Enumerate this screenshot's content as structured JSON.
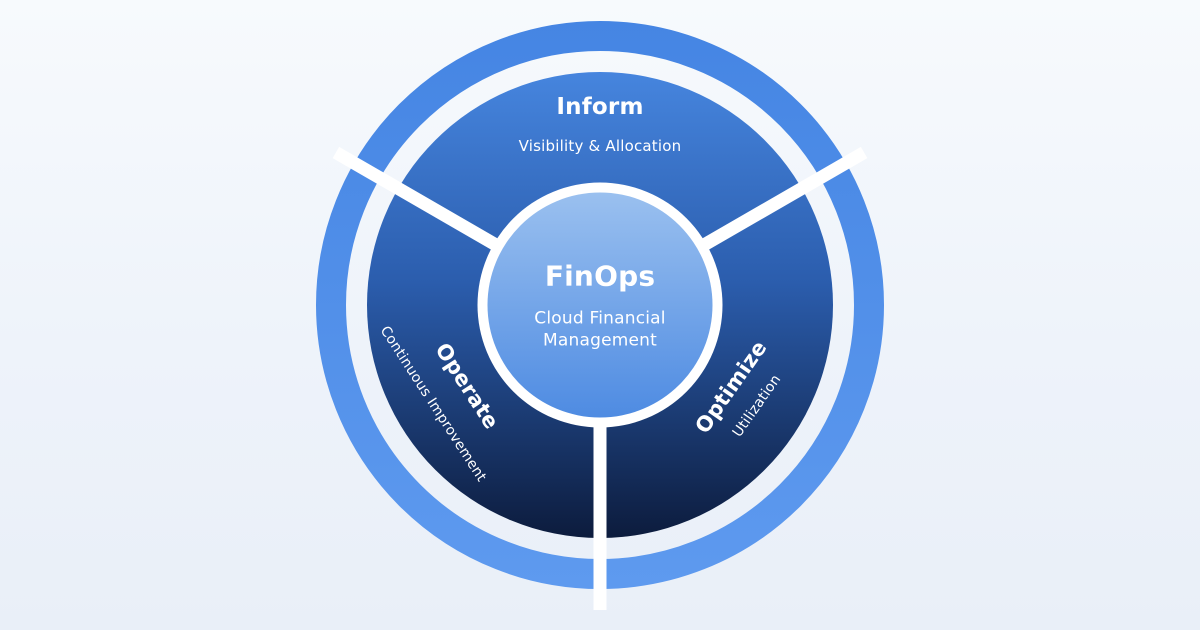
{
  "diagram": {
    "center": {
      "title": "FinOps",
      "subtitle": "Cloud Financial Management"
    },
    "segments": [
      {
        "name": "inform",
        "label": "Inform",
        "sublabel": "Visibility & Allocation"
      },
      {
        "name": "optimize",
        "label": "Optimize",
        "sublabel": "Utilization"
      },
      {
        "name": "operate",
        "label": "Operate",
        "sublabel": "Continuous Improvement"
      }
    ],
    "colors": {
      "background_top": "#f7fafd",
      "background_bottom": "#e9eff8",
      "outer_ring_top": "#4585e3",
      "outer_ring_bottom": "#5e9aef",
      "disk_top": "#4685de",
      "disk_middle": "#2b5dad",
      "disk_bottom": "#0c1b3c",
      "center_circle_top": "#9ac0ef",
      "center_circle_bottom": "#4e8be2",
      "divider": "#ffffff",
      "text": "#ffffff"
    }
  }
}
